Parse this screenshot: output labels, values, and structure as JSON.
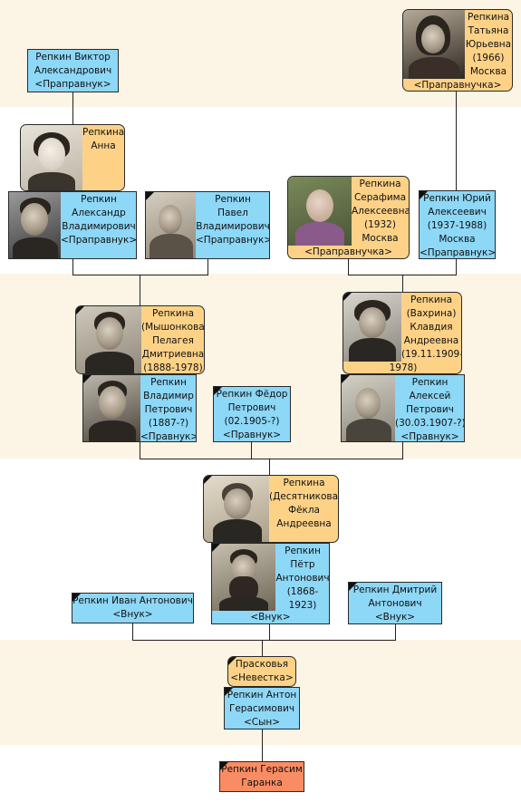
{
  "tree": {
    "gen1": {
      "viktor": [
        "Репкин Виктор",
        "Александрович",
        "<Праправнук>"
      ],
      "tatyana": [
        "Репкина",
        "Татьяна",
        "Юрьевна",
        "(1966)",
        "Москва",
        "<Праправнучка>"
      ]
    },
    "gen2": {
      "anna": [
        "Репкина",
        "Анна"
      ],
      "aleksandr": [
        "Репкин",
        "Александр",
        "Владимирович",
        "<Праправнук>"
      ],
      "pavel": [
        "Репкин",
        "Павел",
        "Владимирович",
        "<Праправнук>"
      ],
      "serafima": [
        "Репкина",
        "Серафима",
        "Алексеевна",
        "(1932)",
        "Москва",
        "<Праправнучка>"
      ],
      "yuriy": [
        "Репкин Юрий",
        "Алексеевич",
        "(1937-1988)",
        "Москва",
        "<Праправнук>"
      ]
    },
    "gen3": {
      "pelageya": [
        "Репкина",
        "(Мышонкова)",
        "Пелагея",
        "Дмитриевна",
        "(1888-1978)"
      ],
      "vladimir": [
        "Репкин",
        "Владимир",
        "Петрович",
        "(1887-?)",
        "<Правнук>"
      ],
      "fedor": [
        "Репкин Фёдор",
        "Петрович",
        "(02.1905-?)",
        "<Правнук>"
      ],
      "klavdiya": [
        "Репкина",
        "(Вахрина)",
        "Клавдия",
        "Андреевна",
        "(19.11.1909-",
        "1978)"
      ],
      "aleksey": [
        "Репкин",
        "Алексей",
        "Петрович",
        "(30.03.1907-?)",
        "<Правнук>"
      ]
    },
    "gen4": {
      "fekla": [
        "Репкина",
        "(Десятникова)",
        "Фёкла",
        "Андреевна"
      ],
      "ivan": [
        "Репкин Иван Антонович",
        "<Внук>"
      ],
      "petr": [
        "Репкин",
        "Пётр",
        "Антонович",
        "(1868-",
        "1923)",
        "<Внук>"
      ],
      "dmitriy": [
        "Репкин Дмитрий",
        "Антонович",
        "<Внук>"
      ]
    },
    "gen5": {
      "praskovya": [
        "Прасковья",
        "<Невестка>"
      ],
      "anton": [
        "Репкин Антон",
        "Герасимович",
        "<Сын>"
      ]
    },
    "gen6": {
      "gerasim": [
        "Репкин Герасим",
        "Гаранка"
      ]
    }
  },
  "colors": {
    "band": "#fcf4e4",
    "male": "#8dd7f7",
    "female": "#fdd287",
    "root": "#fa8c63"
  }
}
